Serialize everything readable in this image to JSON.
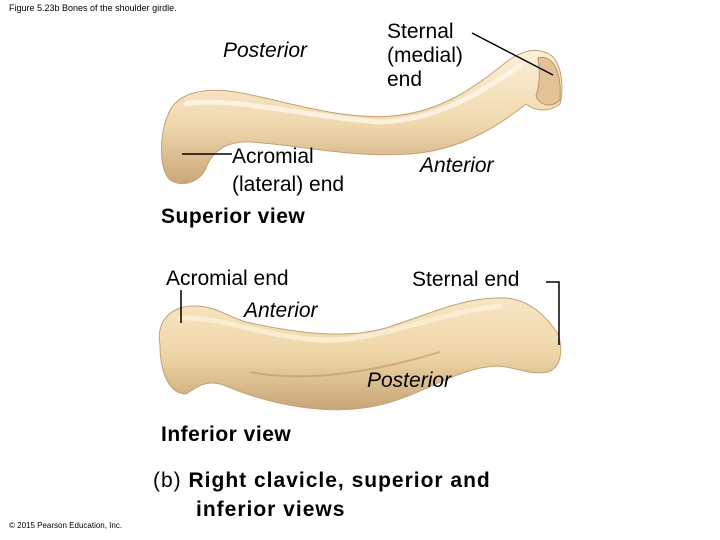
{
  "figure": {
    "title": "Figure 5.23b Bones of the shoulder girdle.",
    "copyright": "© 2015 Pearson Education, Inc."
  },
  "superior": {
    "posterior": "Posterior",
    "sternal_end": [
      "Sternal",
      "(medial)",
      "end"
    ],
    "acromial_end": [
      "Acromial",
      "(lateral) end"
    ],
    "anterior": "Anterior",
    "view_label": "Superior view"
  },
  "inferior": {
    "acromial_end": "Acromial end",
    "anterior": "Anterior",
    "sternal_end": "Sternal end",
    "posterior": "Posterior",
    "view_label": "Inferior view"
  },
  "caption": {
    "part": "(b)",
    "line1": "Right clavicle, superior and",
    "line2": "inferior views"
  },
  "colors": {
    "bone_fill": "#f0d9ae",
    "bone_shadow": "#c9a77a",
    "bone_highlight": "#fbf0d8",
    "leader": "#000000"
  }
}
